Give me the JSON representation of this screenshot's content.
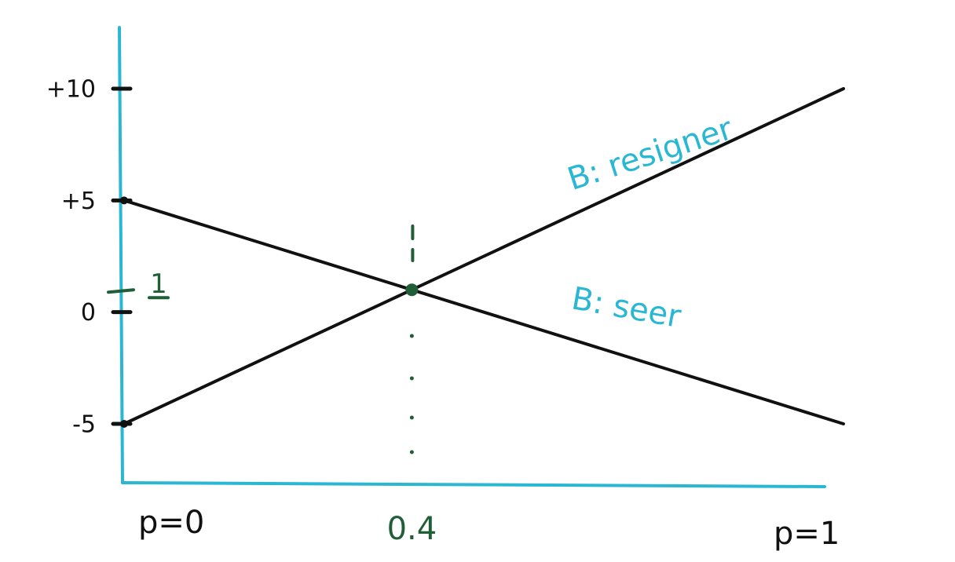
{
  "colors": {
    "axis": "#29b7d3",
    "line": "#111111",
    "highlight": "#1f5e36",
    "background": "#ffffff"
  },
  "chart_data": {
    "type": "line",
    "x_axis": {
      "range": [
        0,
        1
      ],
      "end_labels": [
        "p=0",
        "p=1"
      ],
      "marked_tick": {
        "value": 0.4,
        "label": "0.4"
      }
    },
    "y_axis": {
      "range": [
        -7.5,
        13
      ],
      "ticks": [
        {
          "value": 10,
          "label": "+10"
        },
        {
          "value": 5,
          "label": "+5"
        },
        {
          "value": 0,
          "label": "0"
        },
        {
          "value": -5,
          "label": "-5"
        }
      ],
      "marked_tick": {
        "value": 1,
        "label": "1"
      }
    },
    "series": [
      {
        "name": "B: resigner",
        "x": [
          0,
          1
        ],
        "y": [
          -5,
          10
        ]
      },
      {
        "name": "B: seer",
        "x": [
          0,
          1
        ],
        "y": [
          5,
          -5
        ]
      }
    ],
    "intersection": {
      "x": 0.4,
      "y": 1
    },
    "grid": false,
    "legend": "inline labels"
  }
}
